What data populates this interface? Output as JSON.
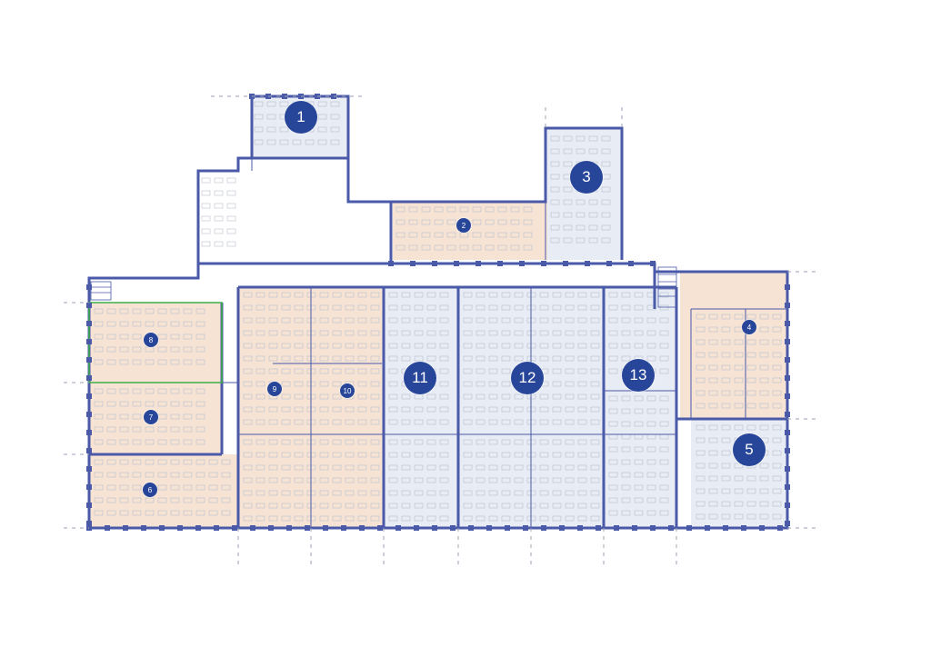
{
  "colors": {
    "wall": "#4a5aa8",
    "marker": "#27469a",
    "zone_warm": "#f6e3d4",
    "zone_cool": "#e8ecf4",
    "furniture": "#b9bfcc",
    "highlight": "#3fae49"
  },
  "units": [
    {
      "id": "1",
      "label": "1",
      "style": "big",
      "zone": "cool"
    },
    {
      "id": "2",
      "label": "2",
      "style": "small",
      "zone": "warm"
    },
    {
      "id": "3",
      "label": "3",
      "style": "big",
      "zone": "cool"
    },
    {
      "id": "4",
      "label": "4",
      "style": "small",
      "zone": "warm"
    },
    {
      "id": "5",
      "label": "5",
      "style": "big",
      "zone": "cool"
    },
    {
      "id": "6",
      "label": "6",
      "style": "small",
      "zone": "warm"
    },
    {
      "id": "7",
      "label": "7",
      "style": "small",
      "zone": "warm"
    },
    {
      "id": "8",
      "label": "8",
      "style": "small",
      "zone": "warm"
    },
    {
      "id": "9",
      "label": "9",
      "style": "small",
      "zone": "warm"
    },
    {
      "id": "10",
      "label": "10",
      "style": "small",
      "zone": "warm"
    },
    {
      "id": "11",
      "label": "11",
      "style": "big",
      "zone": "cool"
    },
    {
      "id": "12",
      "label": "12",
      "style": "big",
      "zone": "cool"
    },
    {
      "id": "13",
      "label": "13",
      "style": "big",
      "zone": "cool"
    }
  ]
}
